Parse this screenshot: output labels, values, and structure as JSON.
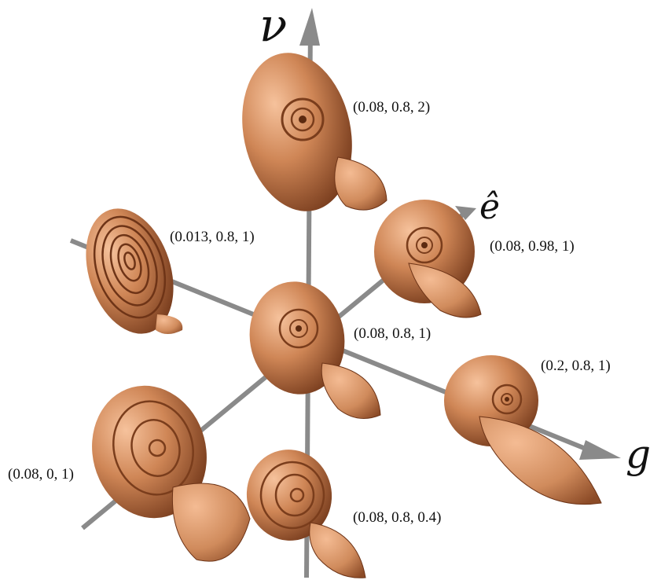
{
  "axes": {
    "nu": {
      "label": "ν"
    },
    "e": {
      "label": "ê"
    },
    "g": {
      "label": "g"
    }
  },
  "shells": [
    {
      "id": "center",
      "label": "(0.08, 0.8, 1)"
    },
    {
      "id": "nu-high",
      "label": "(0.08, 0.8, 2)"
    },
    {
      "id": "nu-low",
      "label": "(0.08, 0.8, 0.4)"
    },
    {
      "id": "e-high",
      "label": "(0.08, 0.98, 1)"
    },
    {
      "id": "e-low",
      "label": "(0.08, 0, 1)"
    },
    {
      "id": "g-high",
      "label": "(0.2, 0.8, 1)"
    },
    {
      "id": "g-low",
      "label": "(0.013, 0.8, 1)"
    }
  ],
  "colors": {
    "axis": "#8a8a8a",
    "shell_light": "#f2b58c",
    "shell_mid": "#c8804f",
    "shell_dark": "#6e3417",
    "label": "#111111"
  }
}
